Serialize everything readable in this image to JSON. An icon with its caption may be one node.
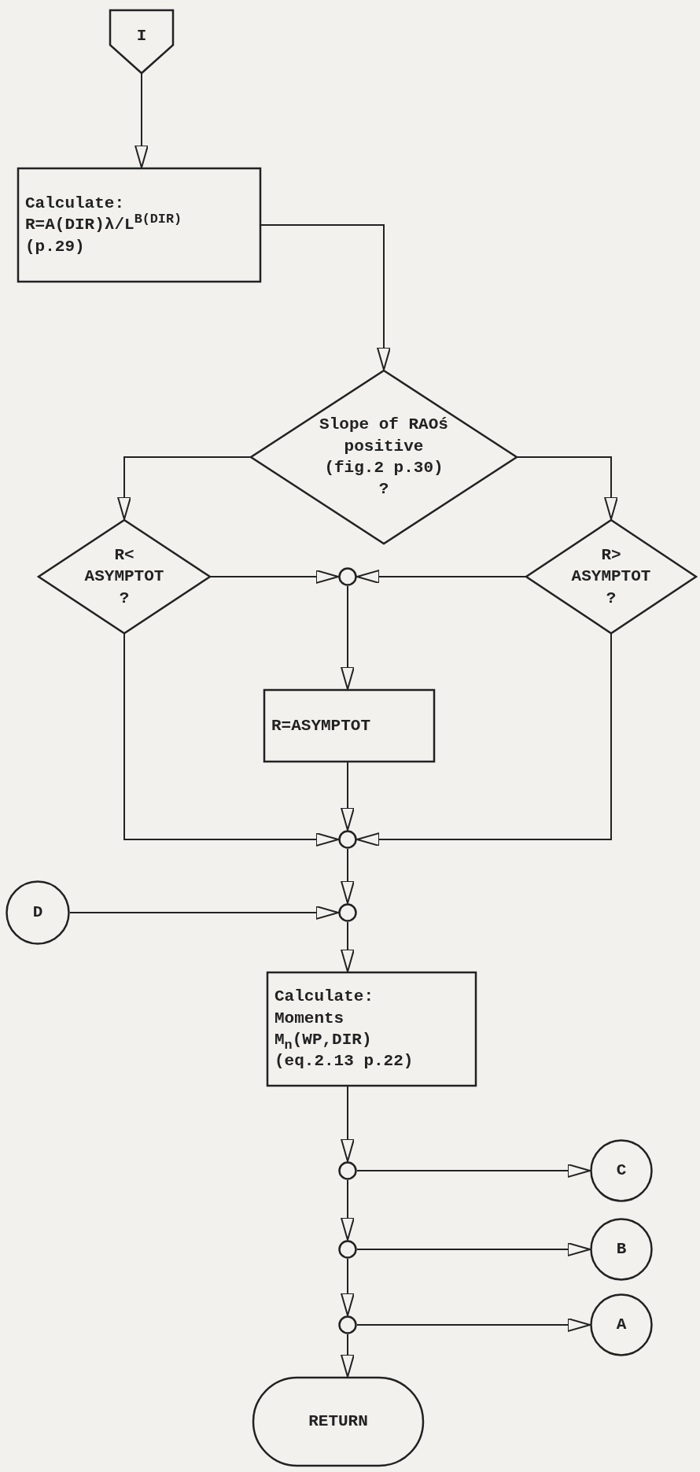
{
  "diagram": {
    "nodes": [
      {
        "text": [
          "I"
        ]
      },
      {
        "text": [
          "Calculate:",
          "R=A(DIR)λ/L$^{B(DIR)}$ (p.29)"
        ]
      },
      {
        "text": [
          "Slope of RAOś positive (fig.2 p.30)",
          "?"
        ]
      },
      {
        "text": [
          "R< ASYMPTOT",
          "?"
        ]
      },
      {
        "text": [],
        "shape": "circle"
      },
      {
        "text": [
          "R> ASYMPTOT",
          "?"
        ]
      },
      {
        "text": [
          "R=ASYMPTOT"
        ]
      },
      {
        "text": [],
        "shape": "circle"
      },
      {
        "text": [
          "D"
        ]
      },
      {
        "text": [],
        "shape": "circle"
      },
      {
        "text": [
          "Calculate:",
          "Moments M$_{n}$(WP,DIR) (eq.2.13 p.22)"
        ]
      },
      {
        "text": [],
        "shape": "circle"
      },
      {
        "text": [
          "C"
        ]
      },
      {
        "text": [],
        "shape": "circle"
      },
      {
        "text": [
          "B"
        ]
      },
      {
        "text": [],
        "shape": "circle"
      },
      {
        "text": [
          "A"
        ]
      },
      {
        "text": [
          "RETURN"
        ]
      }
    ],
    "edges": [
      {
        "from": 0,
        "to": 1,
        "arrow": "to"
      },
      {
        "from": 1,
        "to": 2,
        "arrow": "to"
      },
      {
        "from": 2,
        "to": 3,
        "arrow": "to"
      },
      {
        "from": 2,
        "to": 5,
        "arrow": "to"
      },
      {
        "from": 3,
        "to": 4,
        "arrow": "to"
      },
      {
        "from": 5,
        "to": 4,
        "arrow": "to"
      },
      {
        "from": 4,
        "to": 6,
        "arrow": "to"
      },
      {
        "from": 3,
        "to": 7,
        "arrow": "to"
      },
      {
        "from": 6,
        "to": 7,
        "arrow": "to"
      },
      {
        "from": 5,
        "to": 7,
        "arrow": "to"
      },
      {
        "from": 7,
        "to": 9,
        "arrow": "to"
      },
      {
        "from": 8,
        "to": 9,
        "arrow": "to"
      },
      {
        "from": 9,
        "to": 10,
        "arrow": "to"
      },
      {
        "from": 10,
        "to": 11,
        "arrow": "to"
      },
      {
        "from": 11,
        "to": 12,
        "arrow": "to"
      },
      {
        "from": 11,
        "to": 13,
        "arrow": "to"
      },
      {
        "from": 13,
        "to": 14,
        "arrow": "to"
      },
      {
        "from": 13,
        "to": 15,
        "arrow": "to"
      },
      {
        "from": 15,
        "to": 16,
        "arrow": "to"
      },
      {
        "from": 15,
        "to": 17,
        "arrow": "to"
      }
    ]
  }
}
